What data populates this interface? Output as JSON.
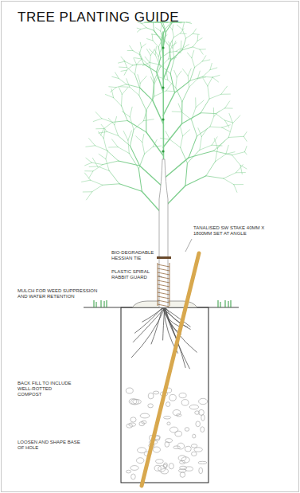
{
  "diagram": {
    "title": "TREE PLANTING GUIDE",
    "labels": [
      "TANALISED SW STAKE 40MM X 1800MM SET AT ANGLE",
      "BIO-DEGRADABLE HESSIAN TIE",
      "PLASTIC SPIRAL RABBIT GUARD",
      "MULCH FOR WEED SUPPRESSION AND WATER RETENTION",
      "BACK FILL TO INCLUDE WELL-ROTTED COMPOST",
      "LOOSEN AND SHAPE BASE OF HOLE"
    ]
  }
}
